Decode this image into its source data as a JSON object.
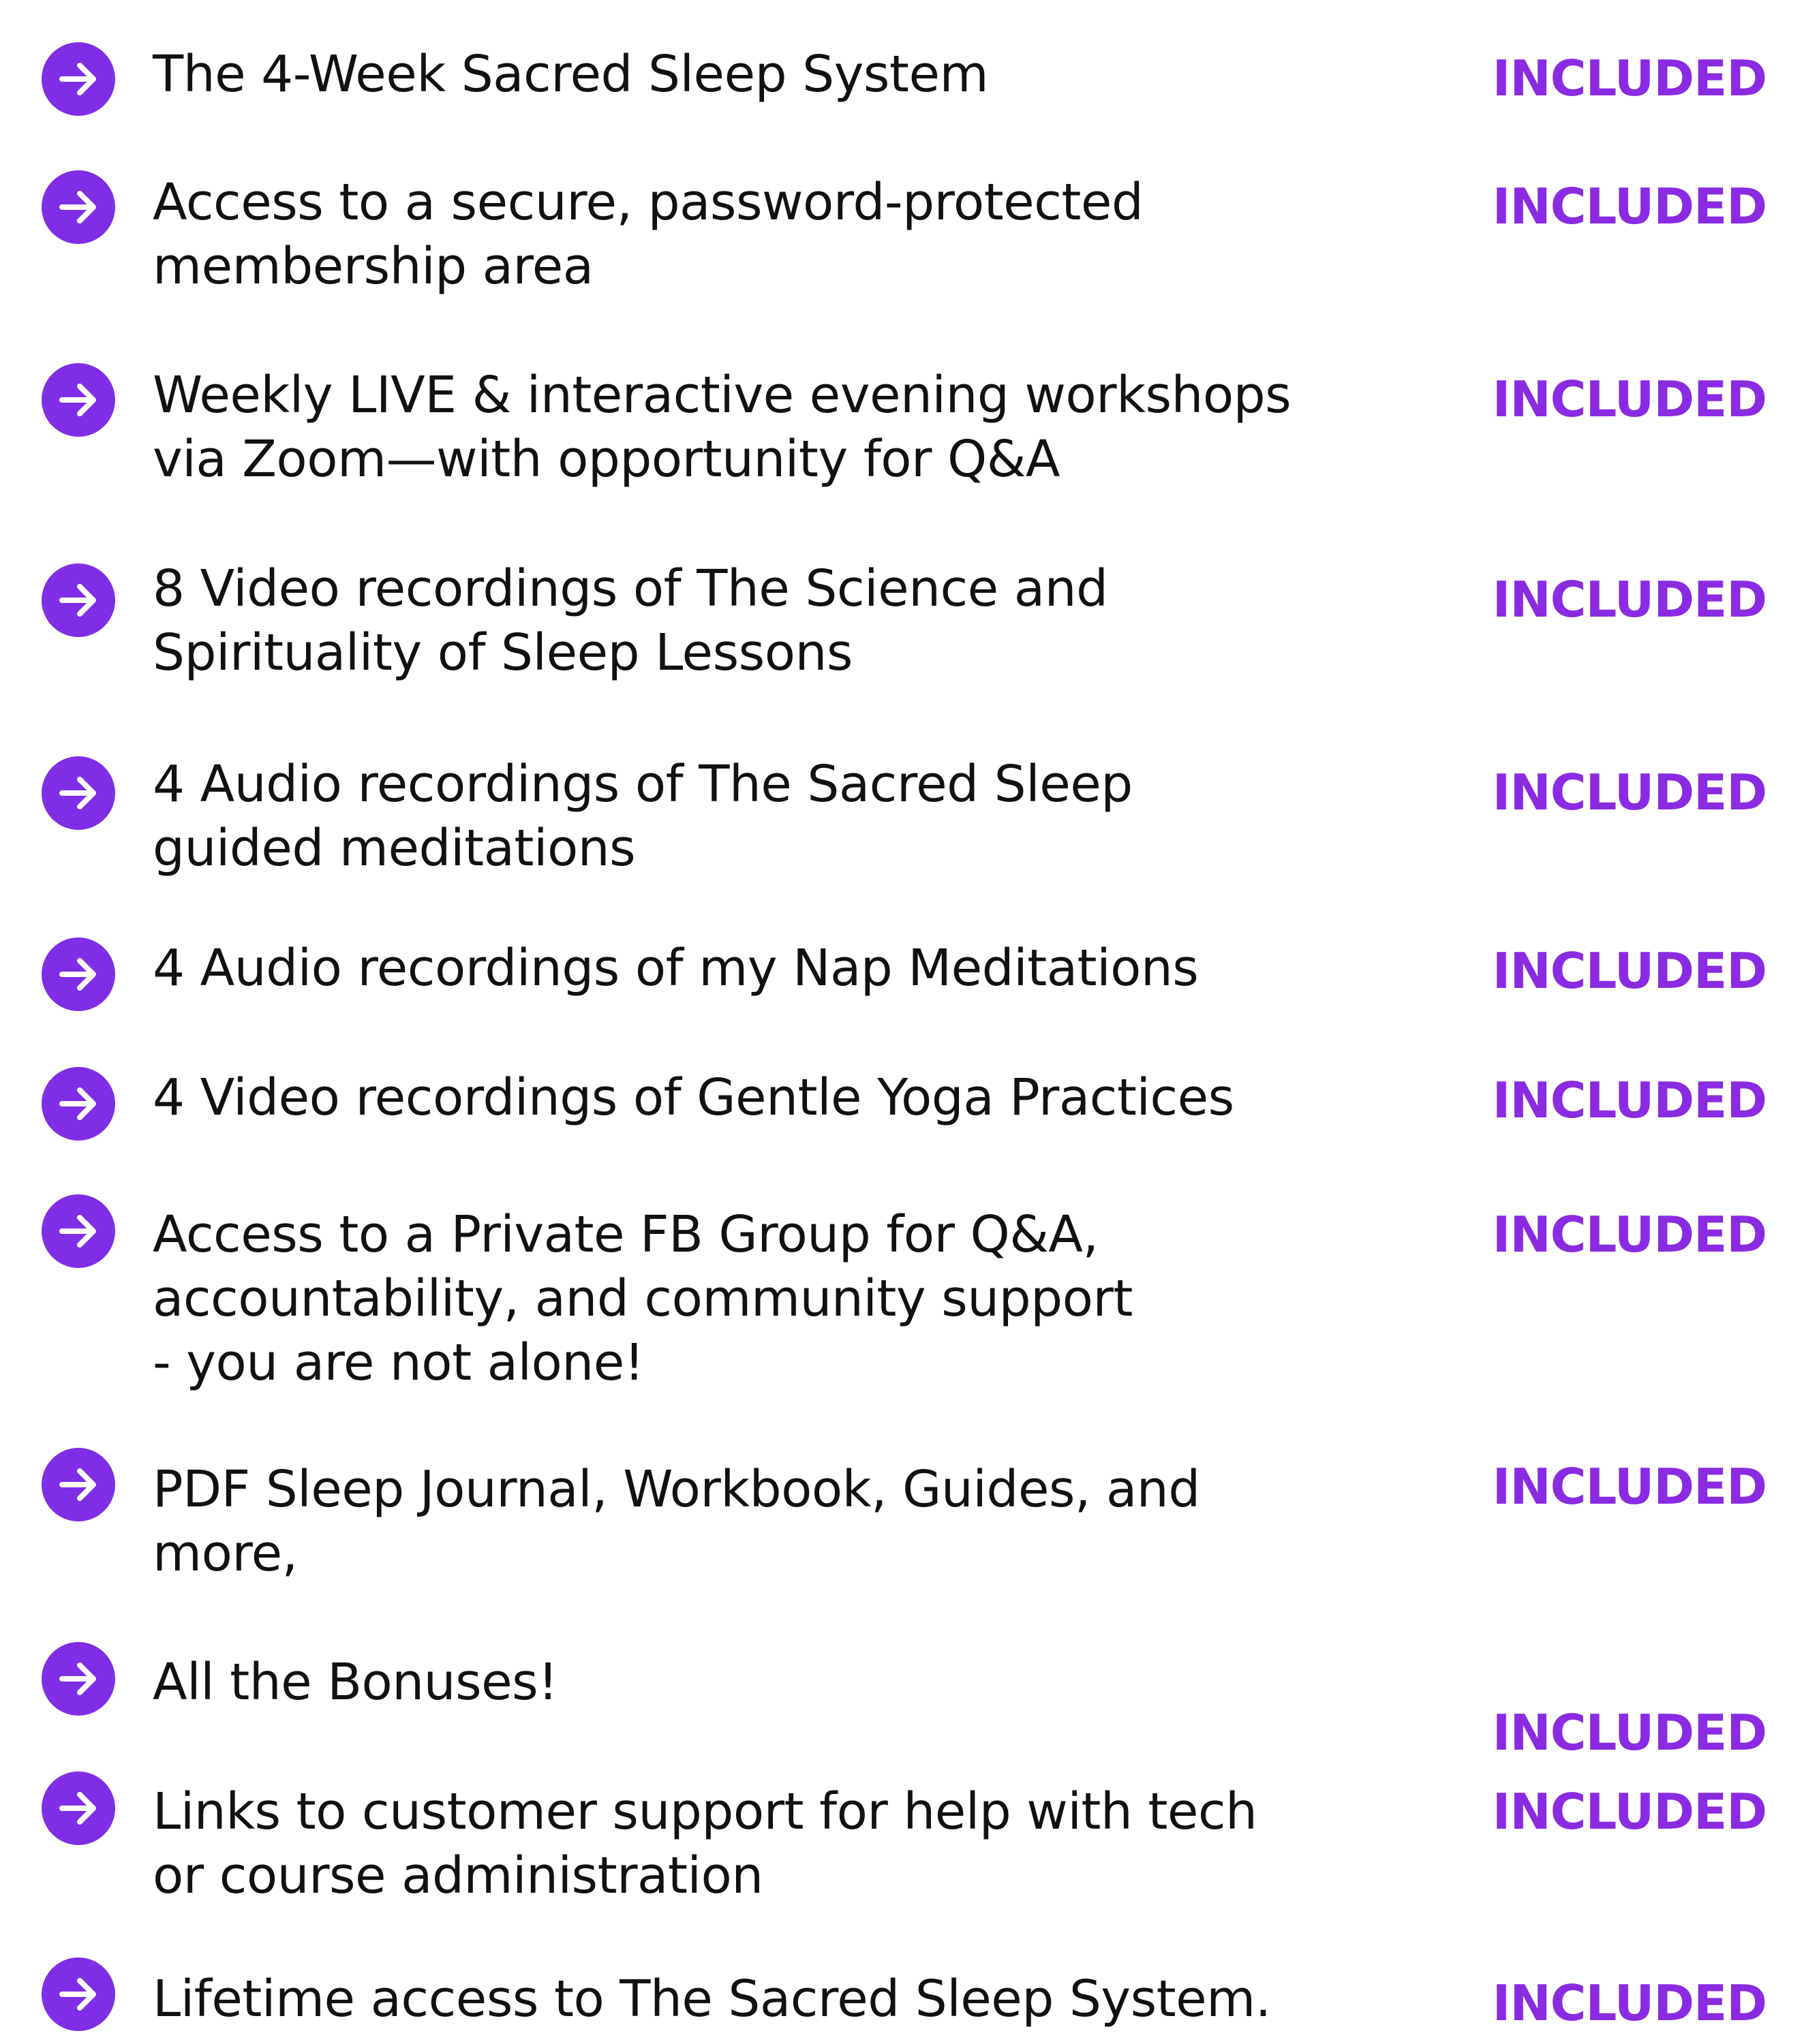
{
  "colors": {
    "bullet_fill": "#7f2ee6",
    "bullet_arrow": "#ffffff",
    "status_text": "#8a2be2",
    "body_text": "#111111"
  },
  "bullet_icon": "arrow-right-circle-icon",
  "features": [
    {
      "text": "The 4-Week Sacred Sleep System",
      "status": "INCLUDED"
    },
    {
      "text": "Access to a secure, password-protected\nmembership area",
      "status": "INCLUDED"
    },
    {
      "text": "Weekly LIVE & interactive evening workshops\nvia Zoom—with opportunity for Q&A",
      "status": "INCLUDED"
    },
    {
      "text": "8 Video recordings of The Science and\nSpirituality of Sleep Lessons",
      "status": "INCLUDED"
    },
    {
      "text": "4 Audio recordings of The Sacred Sleep\nguided meditations",
      "status": "INCLUDED"
    },
    {
      "text": "4 Audio recordings of my Nap Meditations",
      "status": "INCLUDED"
    },
    {
      "text": "4 Video recordings of Gentle Yoga Practices",
      "status": "INCLUDED"
    },
    {
      "text": "Access to a Private FB Group for Q&A,\naccountability, and community support\n- you are not alone!",
      "status": "INCLUDED"
    },
    {
      "text": "PDF Sleep Journal, Workbook, Guides, and\nmore,",
      "status": "INCLUDED"
    },
    {
      "text": "All the Bonuses!",
      "status": "INCLUDED"
    },
    {
      "text": "Links to customer support for help with tech\nor course administration",
      "status": "INCLUDED"
    },
    {
      "text": "Lifetime access to The Sacred Sleep System.",
      "status": "INCLUDED"
    }
  ]
}
